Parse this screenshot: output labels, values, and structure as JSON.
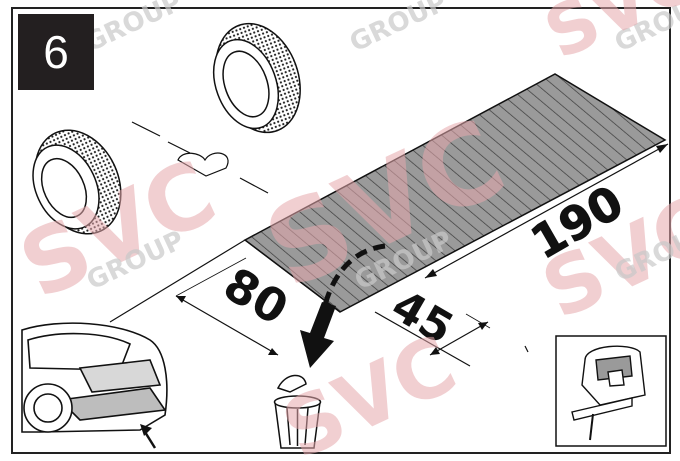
{
  "step": {
    "number": "6"
  },
  "dimensions": {
    "length": "190",
    "width_front": "80",
    "offset": "45"
  },
  "watermark": {
    "brand": "SVC",
    "word": "GROUP",
    "color": "#e05a66"
  },
  "icons": {
    "tire_top": "tire-icon",
    "tire_left": "tire-icon",
    "trash_can": "trash-can-icon",
    "jigsaw": "jigsaw-icon",
    "car": "car-rear-icon",
    "arrow_down": "arrow-down-icon",
    "pointer_arrow": "arrow-up-icon"
  }
}
